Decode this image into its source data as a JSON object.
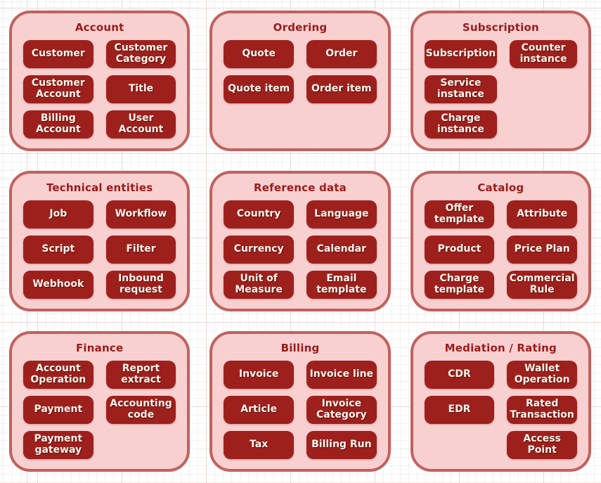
{
  "palette": {
    "background": "#ffffff",
    "grid_minor_color": "#f3efef",
    "grid_major_color": "#ead9d9",
    "group_fill": "#f8d0d0",
    "group_border": "#c0625e",
    "title_color": "#9b1b1b",
    "button_fill": "#9e201d",
    "button_text": "#fff6ec"
  },
  "groups": [
    {
      "title": "Account",
      "cells": [
        {
          "label": "Customer"
        },
        {
          "label": "Customer Category"
        },
        {
          "label": "Customer Account"
        },
        {
          "label": "Title"
        },
        {
          "label": "Billing Account"
        },
        {
          "label": "User Account"
        }
      ]
    },
    {
      "title": "Ordering",
      "cells": [
        {
          "label": "Quote"
        },
        {
          "label": "Order"
        },
        {
          "label": "Quote item"
        },
        {
          "label": "Order item"
        }
      ]
    },
    {
      "title": "Subscription",
      "cells": [
        {
          "label": "Subscription"
        },
        {
          "label": "Counter instance"
        },
        {
          "label": "Service instance",
          "col": 1
        },
        {
          "label": "Charge instance",
          "col": 1
        }
      ]
    },
    {
      "title": "Technical entities",
      "cells": [
        {
          "label": "Job"
        },
        {
          "label": "Workflow"
        },
        {
          "label": "Script"
        },
        {
          "label": "Filter"
        },
        {
          "label": "Webhook"
        },
        {
          "label": "Inbound request"
        }
      ]
    },
    {
      "title": "Reference data",
      "cells": [
        {
          "label": "Country"
        },
        {
          "label": "Language"
        },
        {
          "label": "Currency"
        },
        {
          "label": "Calendar"
        },
        {
          "label": "Unit of Measure"
        },
        {
          "label": "Email template"
        }
      ]
    },
    {
      "title": "Catalog",
      "cells": [
        {
          "label": "Offer template"
        },
        {
          "label": "Attribute"
        },
        {
          "label": "Product"
        },
        {
          "label": "Price Plan"
        },
        {
          "label": "Charge template"
        },
        {
          "label": "Commercial Rule"
        }
      ]
    },
    {
      "title": "Finance",
      "cells": [
        {
          "label": "Account Operation"
        },
        {
          "label": "Report extract"
        },
        {
          "label": "Payment"
        },
        {
          "label": "Accounting code"
        },
        {
          "label": "Payment gateway",
          "col": 1
        }
      ]
    },
    {
      "title": "Billing",
      "cells": [
        {
          "label": "Invoice"
        },
        {
          "label": "Invoice line"
        },
        {
          "label": "Article"
        },
        {
          "label": "Invoice Category"
        },
        {
          "label": "Tax"
        },
        {
          "label": "Billing Run"
        }
      ]
    },
    {
      "title": "Mediation / Rating",
      "cells": [
        {
          "label": "CDR"
        },
        {
          "label": "Wallet Operation"
        },
        {
          "label": "EDR"
        },
        {
          "label": "Rated Transaction"
        },
        {
          "label": "Access Point",
          "col": 2
        }
      ]
    }
  ]
}
